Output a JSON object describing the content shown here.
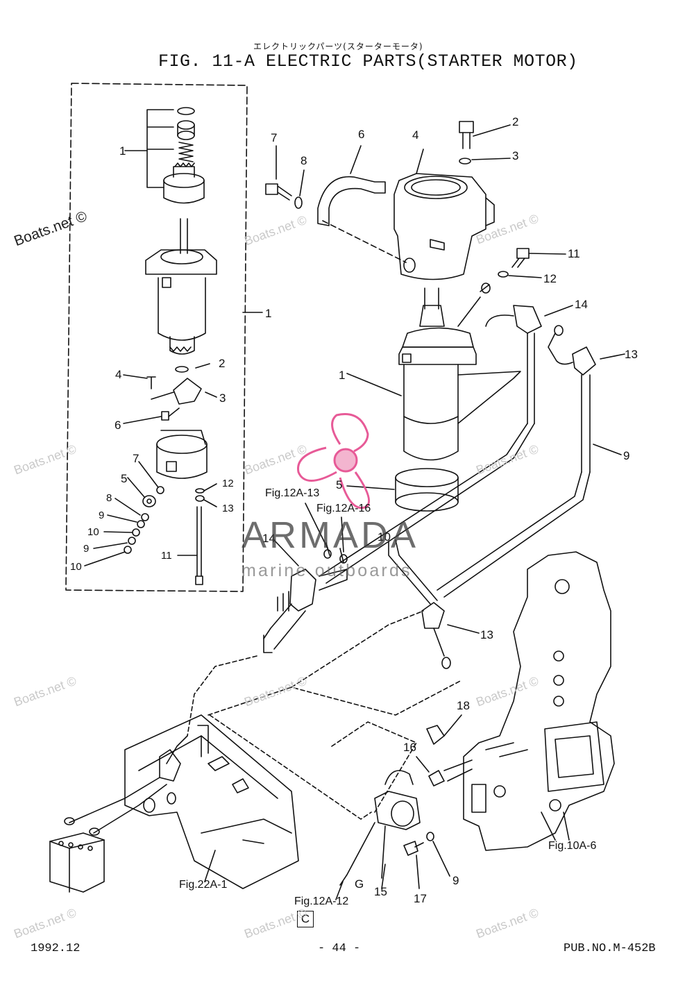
{
  "header": {
    "title_jp": "エレクトリックパーツ(スターターモータ)",
    "title": "FIG. 11-A ELECTRIC PARTS(STARTER MOTOR)"
  },
  "watermark": {
    "site": "Boats.net ©",
    "brand": "ARMADA",
    "brand_sub": "marine outboards",
    "brand_color": "#e75a97"
  },
  "callouts": {
    "exploded": [
      "1",
      "2",
      "4",
      "3",
      "6",
      "7",
      "5",
      "12",
      "8",
      "13",
      "9",
      "10",
      "9",
      "11",
      "10"
    ],
    "exploded_bracket": "1",
    "main": [
      "2",
      "3",
      "7",
      "6",
      "8",
      "4",
      "11",
      "12",
      "14",
      "13",
      "1",
      "9",
      "5",
      "10",
      "14",
      "13",
      "18",
      "16",
      "15",
      "17",
      "G",
      "9"
    ]
  },
  "references": {
    "fig12a13": "Fig.12A-13",
    "fig12a16": "Fig.12A-16",
    "fig10a6": "Fig.10A-6",
    "fig22a1": "Fig.22A-1",
    "fig12a12": "Fig.12A-12",
    "box_letter": "C"
  },
  "footer": {
    "date": "1992.12",
    "page": "- 44 -",
    "pub": "PUB.NO.M-452B"
  }
}
